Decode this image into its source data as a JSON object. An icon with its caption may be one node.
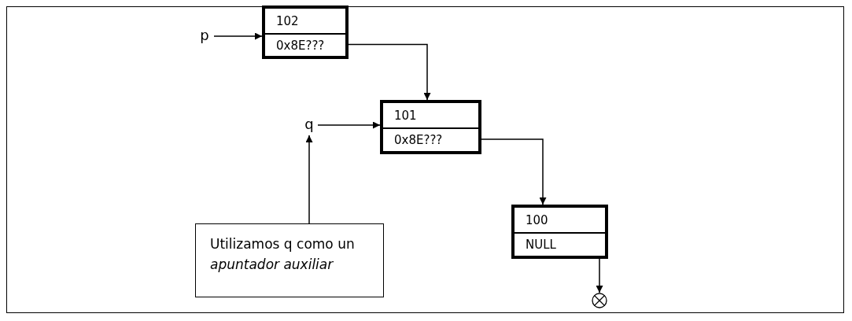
{
  "diagram": {
    "nodes": [
      {
        "text": [
          "p"
        ]
      },
      {
        "text": [],
        "shape": "box"
      },
      {
        "text": [
          "102"
        ],
        "in": 1
      },
      {
        "text": [
          "0x8E???"
        ],
        "in": 1
      },
      {
        "text": [
          "q"
        ]
      },
      {
        "text": [],
        "shape": "box"
      },
      {
        "text": [
          "101"
        ],
        "in": 5
      },
      {
        "text": [
          "0x8E???"
        ],
        "in": 5
      },
      {
        "text": [],
        "shape": "box"
      },
      {
        "text": [
          "100"
        ],
        "in": 8
      },
      {
        "text": [
          "NULL"
        ],
        "in": 8
      },
      {
        "text": [
          "Utilizamos q como un *apuntador auxiliar*"
        ]
      },
      {
        "text": [],
        "shape": "circle"
      }
    ],
    "edges": [
      {
        "from": 0,
        "to": 1,
        "arrow": "to"
      },
      {
        "from": 3,
        "to": 5,
        "arrow": "to"
      },
      {
        "from": 4,
        "to": 5,
        "arrow": "to"
      },
      {
        "from": 7,
        "to": 8,
        "arrow": "to"
      },
      {
        "from": 11,
        "to": 4,
        "arrow": "to"
      },
      {
        "from": 10,
        "to": 12,
        "arrow": "to"
      }
    ]
  }
}
